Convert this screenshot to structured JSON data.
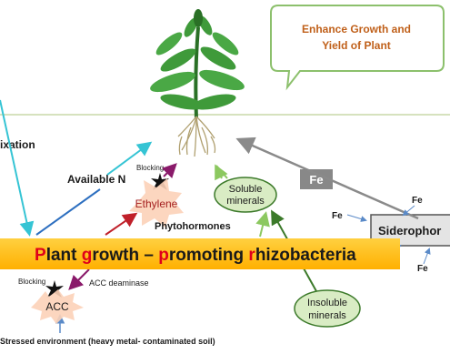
{
  "callout": {
    "line1": "Enhance Growth and",
    "line2": "Yield of Plant"
  },
  "labels": {
    "fixation": "ixation",
    "available_n": "Available N",
    "blocking_top": "Blocking",
    "ethylene": "Ethylene",
    "phytohormones": "Phytohormones",
    "soluble_1": "Soluble",
    "soluble_2": "minerals",
    "insoluble_1": "Insoluble",
    "insoluble_2": "minerals",
    "fe_box": "Fe",
    "fe_1": "Fe",
    "fe_2": "Fe",
    "fe_3": "Fe",
    "fe_4": "Fe",
    "siderophore": "Siderophor",
    "blocking_bottom": "Blocking",
    "acc_deaminase": "ACC deaminase",
    "acc": "ACC",
    "stressed": "Stressed environment (heavy metal- contaminated soil)"
  },
  "banner": {
    "seg1": "P",
    "seg2": "lant ",
    "seg3": "g",
    "seg4": "rowth – ",
    "seg5": "p",
    "seg6": "romoting ",
    "seg7": "r",
    "seg8": "hizobacteria"
  },
  "colors": {
    "banner_fill": "#ffbf00",
    "banner_text": "#1a1a1a",
    "banner_highlight": "#e0001a",
    "callout_text": "#c0601a",
    "callout_border": "#8cc06c",
    "ground_line": "#c8d8a8",
    "mineral_fill": "#d9ecc4",
    "mineral_border": "#3c7a2a",
    "ethylene_text": "#a52020",
    "burst": "#fcd2b8",
    "arrow_cyan": "#35c4d4",
    "arrow_blue": "#2d6fc0",
    "arrow_red": "#c0202a",
    "arrow_purple": "#8a1a6a",
    "arrow_green": "#8cc860",
    "arrow_dark_green": "#3c7a2a",
    "arrow_gray": "#8a8a8a",
    "arrow_light_blue": "#5a8ac8",
    "fe_box": "#888888",
    "siderophore_fill": "#e4e4e4",
    "plant_green": "#3f9a3a",
    "plant_dark": "#2a7026",
    "root": "#b0a070"
  }
}
